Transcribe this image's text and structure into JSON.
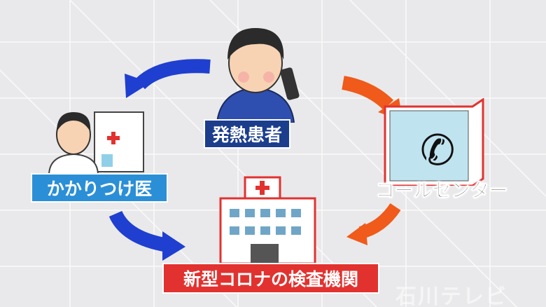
{
  "labels": {
    "patient": "発熱患者",
    "doctor": "かかりつけ医",
    "call_center": "コールセンター",
    "testing_facility": "新型コロナの検査機関"
  },
  "watermark": "石川テレビ",
  "colors": {
    "patient_box": "#1b3d8c",
    "doctor_box": "#2a8fd6",
    "testing_box": "#e2322f",
    "blue_arrow": "#1f3fd0",
    "orange_arrow": "#f05a1a",
    "background": "#e9e9eb"
  }
}
